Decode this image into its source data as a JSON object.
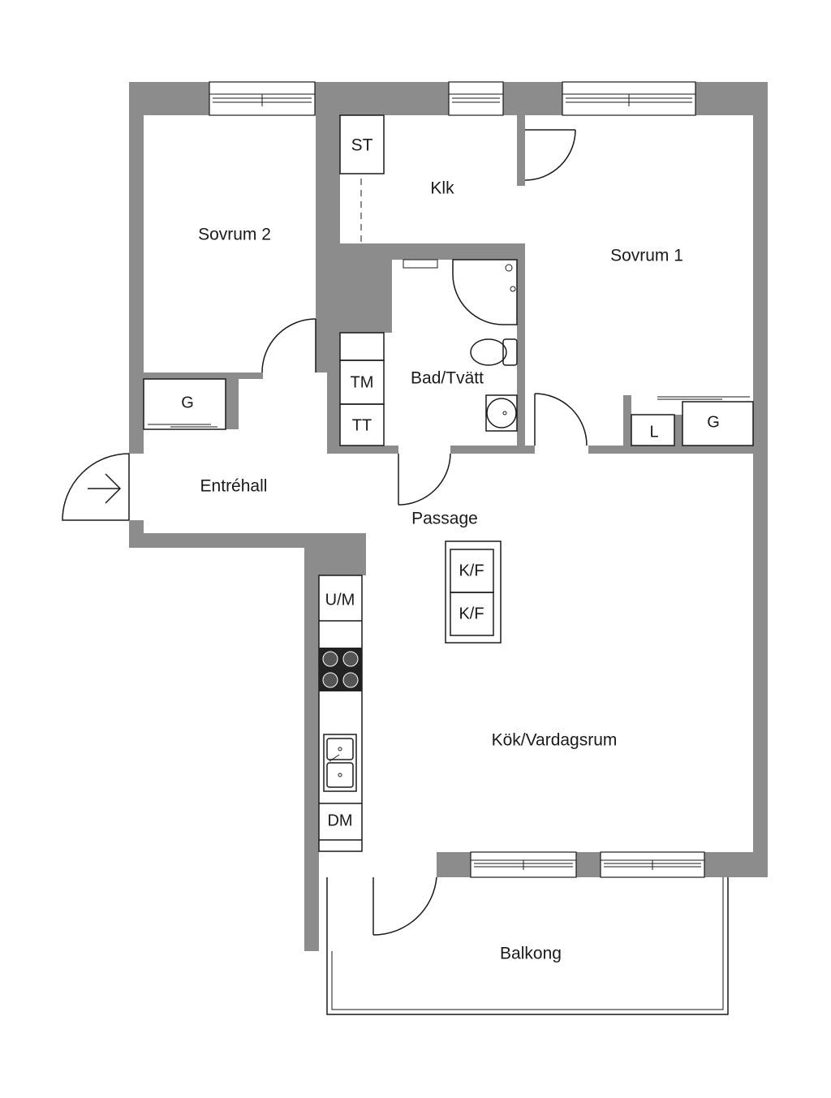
{
  "rooms": {
    "sovrum2": "Sovrum 2",
    "klk": "Klk",
    "st": "ST",
    "sovrum1": "Sovrum 1",
    "bad": "Bad/Tvätt",
    "tm": "TM",
    "tt": "TT",
    "g_left": "G",
    "g_right": "G",
    "l": "L",
    "entrehall": "Entréhall",
    "passage": "Passage",
    "kf_top": "K/F",
    "kf_bottom": "K/F",
    "um": "U/M",
    "dm": "DM",
    "kok": "Kök/Vardagsrum",
    "balkong": "Balkong"
  }
}
